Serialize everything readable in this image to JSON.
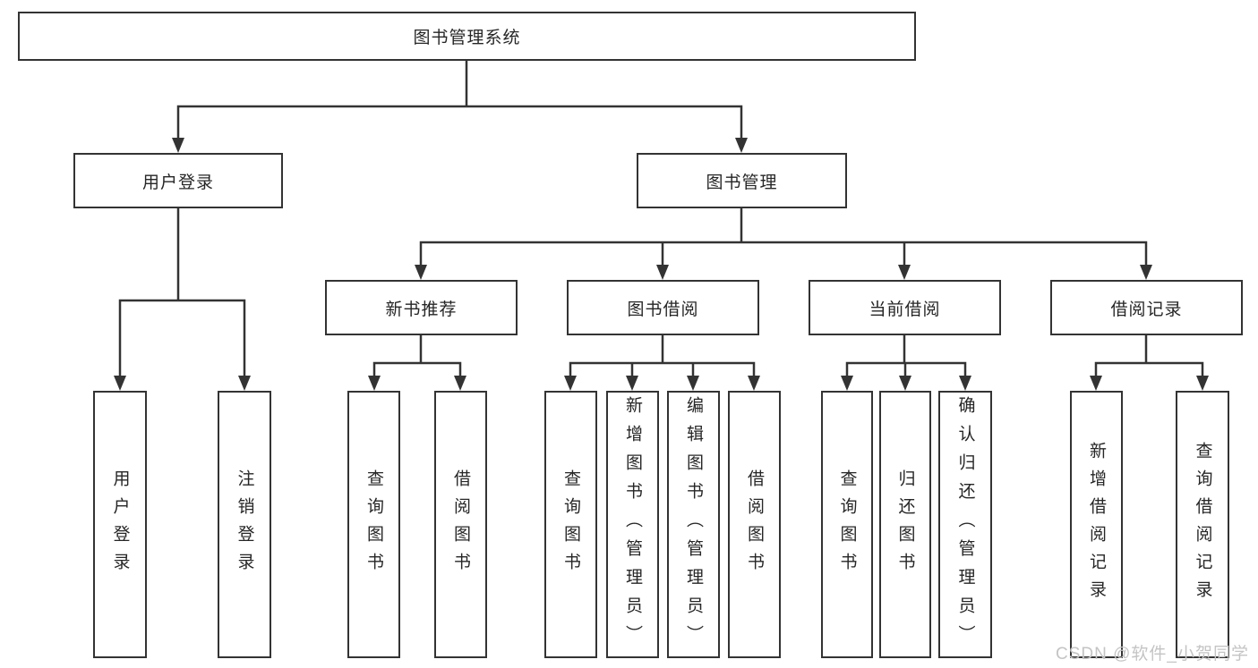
{
  "tree": {
    "root": {
      "label": "图书管理系统"
    },
    "branches": [
      {
        "label": "用户登录",
        "leaves": [
          {
            "label": "用户登录"
          },
          {
            "label": "注销登录"
          }
        ]
      },
      {
        "label": "图书管理",
        "groups": [
          {
            "label": "新书推荐",
            "leaves": [
              {
                "label": "查询图书"
              },
              {
                "label": "借阅图书"
              }
            ]
          },
          {
            "label": "图书借阅",
            "leaves": [
              {
                "label": "查询图书"
              },
              {
                "label": "新增图书（管理员）"
              },
              {
                "label": "编辑图书（管理员）"
              },
              {
                "label": "借阅图书"
              }
            ]
          },
          {
            "label": "当前借阅",
            "leaves": [
              {
                "label": "查询图书"
              },
              {
                "label": "归还图书"
              },
              {
                "label": "确认归还（管理员）"
              }
            ]
          },
          {
            "label": "借阅记录",
            "leaves": [
              {
                "label": "新增借阅记录"
              },
              {
                "label": "查询借阅记录"
              }
            ]
          }
        ]
      }
    ]
  },
  "watermark": {
    "text": "CSDN @软件_小贺同学"
  },
  "colors": {
    "line": "#333333",
    "border": "#333333",
    "text": "#262626",
    "watermark": "#c4c4c4",
    "background": "#ffffff"
  }
}
